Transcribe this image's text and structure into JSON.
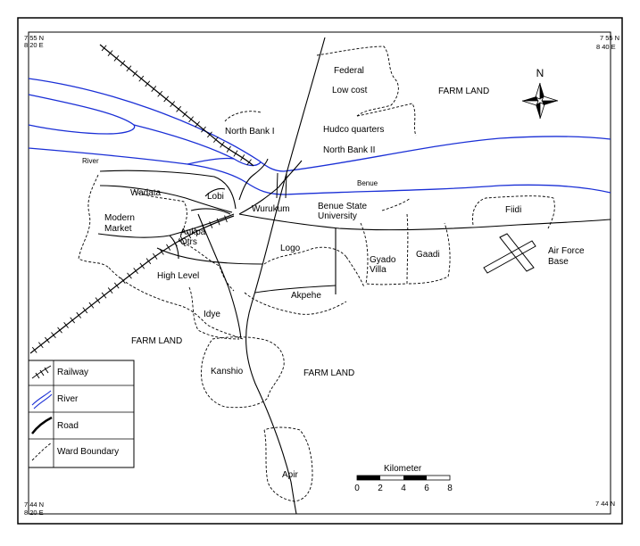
{
  "corners": {
    "top_left": [
      "7 55 N",
      "8 20 E"
    ],
    "top_right": [
      "7 55 N",
      "8 40 E"
    ],
    "bottom_left": [
      "7 44 N",
      "8 20 E"
    ],
    "bottom_right": "7 44 N"
  },
  "north_label": "N",
  "labels": {
    "federal": "Federal",
    "low_cost": "Low cost",
    "farm_land_ne": "FARM LAND",
    "north_bank_1": "North Bank I",
    "hudco": "Hudco quarters",
    "north_bank_2": "North Bank II",
    "river": "River",
    "benue_river": "Benue",
    "wadata": "Wadata",
    "lobi": "Lobi",
    "wurukum": "Wurukum",
    "bsu_1": "Benue State",
    "bsu_2": "University",
    "fiidi": "Fiidi",
    "modern_1": "Modern",
    "modern_2": "Market",
    "ankpa_1": "Ankpa",
    "ankpa_2": "Qtrs",
    "logo": "Logo",
    "gyado_1": "Gyado",
    "gyado_2": "Villa",
    "gaadi": "Gaadi",
    "airforce_1": "Air Force",
    "airforce_2": "Base",
    "high_level": "High Level",
    "akpehe": "Akpehe",
    "idye": "Idye",
    "farm_land_w": "FARM LAND",
    "kanshio": "Kanshio",
    "farm_land_s": "FARM LAND",
    "apir": "Apir"
  },
  "legend": {
    "railway": "Railway",
    "river": "River",
    "road": "Road",
    "ward_boundary": "Ward Boundary"
  },
  "scale": {
    "title": "Kilometer",
    "ticks": [
      "0",
      "2",
      "4",
      "6",
      "8"
    ]
  },
  "colors": {
    "river": "#1a2fd6",
    "line": "#000000"
  }
}
